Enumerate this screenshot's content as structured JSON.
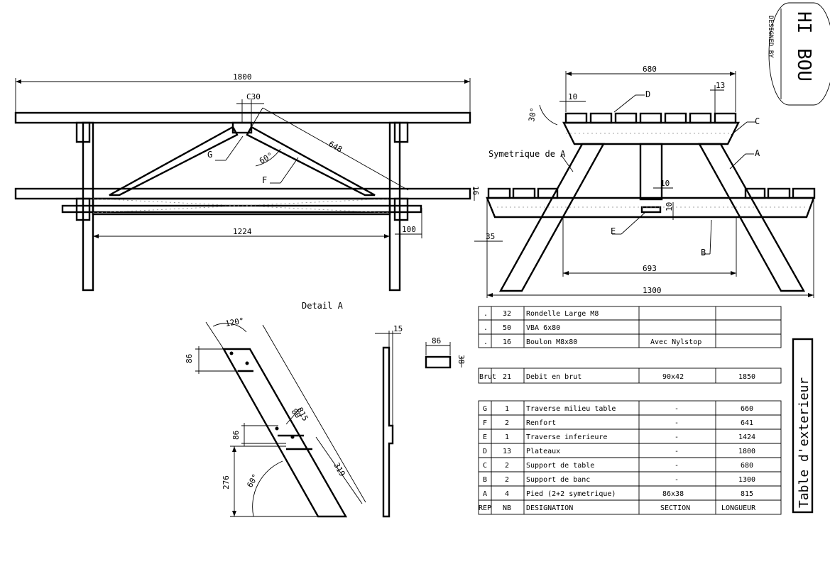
{
  "logo": {
    "lines": [
      "HI",
      "BOU"
    ],
    "side_text": "DESIGNED BY"
  },
  "front_view": {
    "dims": {
      "length": "1800",
      "chamfer": "C30",
      "brace": "648",
      "angle": "60°",
      "spacing": "1224",
      "overhang": "100"
    },
    "labels": {
      "g": "G",
      "f": "F"
    }
  },
  "side_view": {
    "dims": {
      "top_width": "680",
      "board_gap": "10",
      "board_edge": "13",
      "top_angle": "30°",
      "bench_thickness": "16",
      "gap": "10",
      "crossbar": "10",
      "inset": "35",
      "foot_span": "693",
      "overall": "1300"
    },
    "labels": {
      "d": "D",
      "c": "C",
      "a": "A",
      "e": "E",
      "b": "B",
      "symmetric": "Symetrique de A"
    }
  },
  "detail_a": {
    "title": "Detail A",
    "dims": {
      "top_angle": "120°",
      "w1": "86",
      "notch": "80",
      "length": "815",
      "w2": "86",
      "height": "276",
      "bottom_angle": "60°",
      "lower": "319",
      "edge": "15",
      "section_w": "86",
      "section_h": "38"
    }
  },
  "bom": {
    "hardware": [
      {
        "rep": ".",
        "nb": "32",
        "designation": "Rondelle Large M8",
        "section": "",
        "length": ""
      },
      {
        "rep": ".",
        "nb": "50",
        "designation": "VBA 6x80",
        "section": "",
        "length": ""
      },
      {
        "rep": ".",
        "nb": "16",
        "designation": "Boulon M8x80",
        "section": "Avec Nylstop",
        "length": ""
      }
    ],
    "raw": {
      "rep": "Brut",
      "nb": "21",
      "designation": "Debit en brut",
      "section": "90x42",
      "length": "1850"
    },
    "parts": [
      {
        "rep": "G",
        "nb": "1",
        "designation": "Traverse milieu table",
        "section": "-",
        "length": "660"
      },
      {
        "rep": "F",
        "nb": "2",
        "designation": "Renfort",
        "section": "-",
        "length": "641"
      },
      {
        "rep": "E",
        "nb": "1",
        "designation": "Traverse inferieure",
        "section": "-",
        "length": "1424"
      },
      {
        "rep": "D",
        "nb": "13",
        "designation": "Plateaux",
        "section": "-",
        "length": "1800"
      },
      {
        "rep": "C",
        "nb": "2",
        "designation": "Support de table",
        "section": "-",
        "length": "680"
      },
      {
        "rep": "B",
        "nb": "2",
        "designation": "Support de banc",
        "section": "-",
        "length": "1300"
      },
      {
        "rep": "A",
        "nb": "4",
        "designation": "Pied (2+2 symetrique)",
        "section": "86x38",
        "length": "815"
      }
    ],
    "header": {
      "rep": "REP",
      "nb": "NB",
      "designation": "DESIGNATION",
      "section": "SECTION",
      "length": "LONGUEUR"
    }
  },
  "title_block": {
    "title": "Table d'exterieur"
  }
}
